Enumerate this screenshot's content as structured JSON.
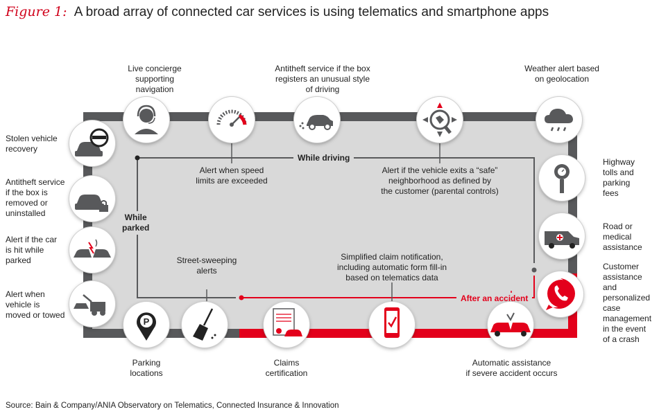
{
  "figure": {
    "label": "Figure 1:",
    "title": "A broad array of connected car services is using telematics and smartphone apps"
  },
  "phases": {
    "driving": "While driving",
    "parked_line1": "While",
    "parked_line2": "parked",
    "accident": "After an accident"
  },
  "services": {
    "concierge": [
      "Live concierge",
      "supporting navigation"
    ],
    "antitheft_driving": [
      "Antitheft service if the box",
      "registers an unusual style",
      "of driving"
    ],
    "weather": [
      "Weather alert based",
      "on geolocation"
    ],
    "speed": [
      "Alert when speed",
      "limits are exceeded"
    ],
    "safe_zone": [
      "Alert if the vehicle exits a “safe”",
      "neighborhood as defined by",
      "the customer (parental controls)"
    ],
    "stolen": [
      "Stolen vehicle",
      "recovery"
    ],
    "antitheft_box": [
      "Antitheft service",
      "if the box is",
      "removed or",
      "uninstalled"
    ],
    "hit_parked": [
      "Alert if the car",
      "is hit while",
      "parked"
    ],
    "towed": [
      "Alert when",
      "vehicle is",
      "moved or towed"
    ],
    "tolls": [
      "Highway",
      "tolls and",
      "parking",
      "fees"
    ],
    "road_assist": [
      "Road or",
      "medical",
      "assistance"
    ],
    "customer_assist": [
      "Customer",
      "assistance and",
      "personalized",
      "case",
      "management",
      "in the event",
      "of a crash"
    ],
    "street_sweeping": [
      "Street-sweeping",
      "alerts"
    ],
    "claim_notification": [
      "Simplified claim notification,",
      "including automatic form fill-in",
      "based on telematics data"
    ],
    "parking": [
      "Parking",
      "locations"
    ],
    "claims_cert": [
      "Claims",
      "certification"
    ],
    "auto_assist": [
      "Automatic assistance",
      "if severe accident occurs"
    ]
  },
  "colors": {
    "accent": "#e3001b",
    "frame_dark": "#58595b",
    "frame_fill": "#d9d9d9"
  },
  "icons": [
    "operator-icon",
    "speedometer-icon",
    "car-smoke-icon",
    "compass-icon",
    "cloud-rain-icon",
    "thief-car-icon",
    "car-lock-icon",
    "car-crash-icon",
    "tow-truck-icon",
    "parking-meter-icon",
    "ambulance-icon",
    "phone-icon",
    "parking-pin-icon",
    "broom-icon",
    "certificate-icon",
    "smartphone-check-icon",
    "collision-icon"
  ],
  "source": "Source: Bain & Company/ANIA Observatory on Telematics, Connected Insurance & Innovation"
}
